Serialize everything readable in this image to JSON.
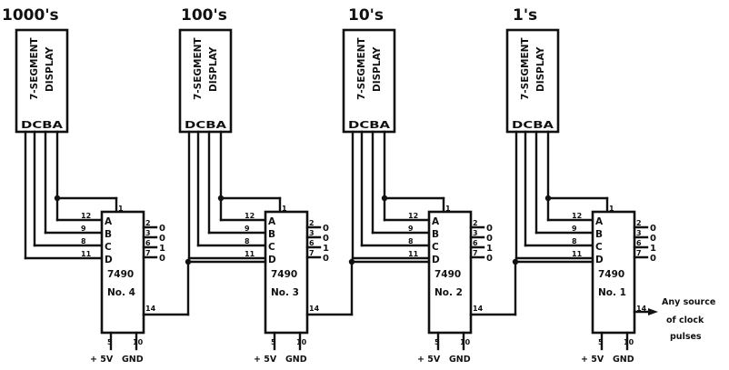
{
  "diagram": {
    "stages": [
      {
        "title": "1000's",
        "display_label_line1": "7-SEGMENT",
        "display_label_line2": "DISPLAY",
        "display_pins": "DCBA",
        "chip_part": "7490",
        "chip_number": "No. 4"
      },
      {
        "title": "100's",
        "display_label_line1": "7-SEGMENT",
        "display_label_line2": "DISPLAY",
        "display_pins": "DCBA",
        "chip_part": "7490",
        "chip_number": "No. 3"
      },
      {
        "title": "10's",
        "display_label_line1": "7-SEGMENT",
        "display_label_line2": "DISPLAY",
        "display_pins": "DCBA",
        "chip_part": "7490",
        "chip_number": "No. 2"
      },
      {
        "title": "1's",
        "display_label_line1": "7-SEGMENT",
        "display_label_line2": "DISPLAY",
        "display_pins": "DCBA",
        "chip_part": "7490",
        "chip_number": "No. 1"
      }
    ],
    "input_labels": [
      "A",
      "B",
      "C",
      "D"
    ],
    "input_pin_numbers": [
      "12",
      "9",
      "8",
      "11"
    ],
    "top_pin": "1",
    "output_pin_numbers": [
      "2",
      "3",
      "6",
      "7"
    ],
    "output_values": [
      "0",
      "0",
      "1",
      "0"
    ],
    "clock_pin": "14",
    "power_pin": "5",
    "ground_pin": "10",
    "power_label": "+ 5V",
    "ground_label": "GND",
    "clock_source_lines": [
      "Any source",
      "of clock",
      "pulses"
    ]
  }
}
